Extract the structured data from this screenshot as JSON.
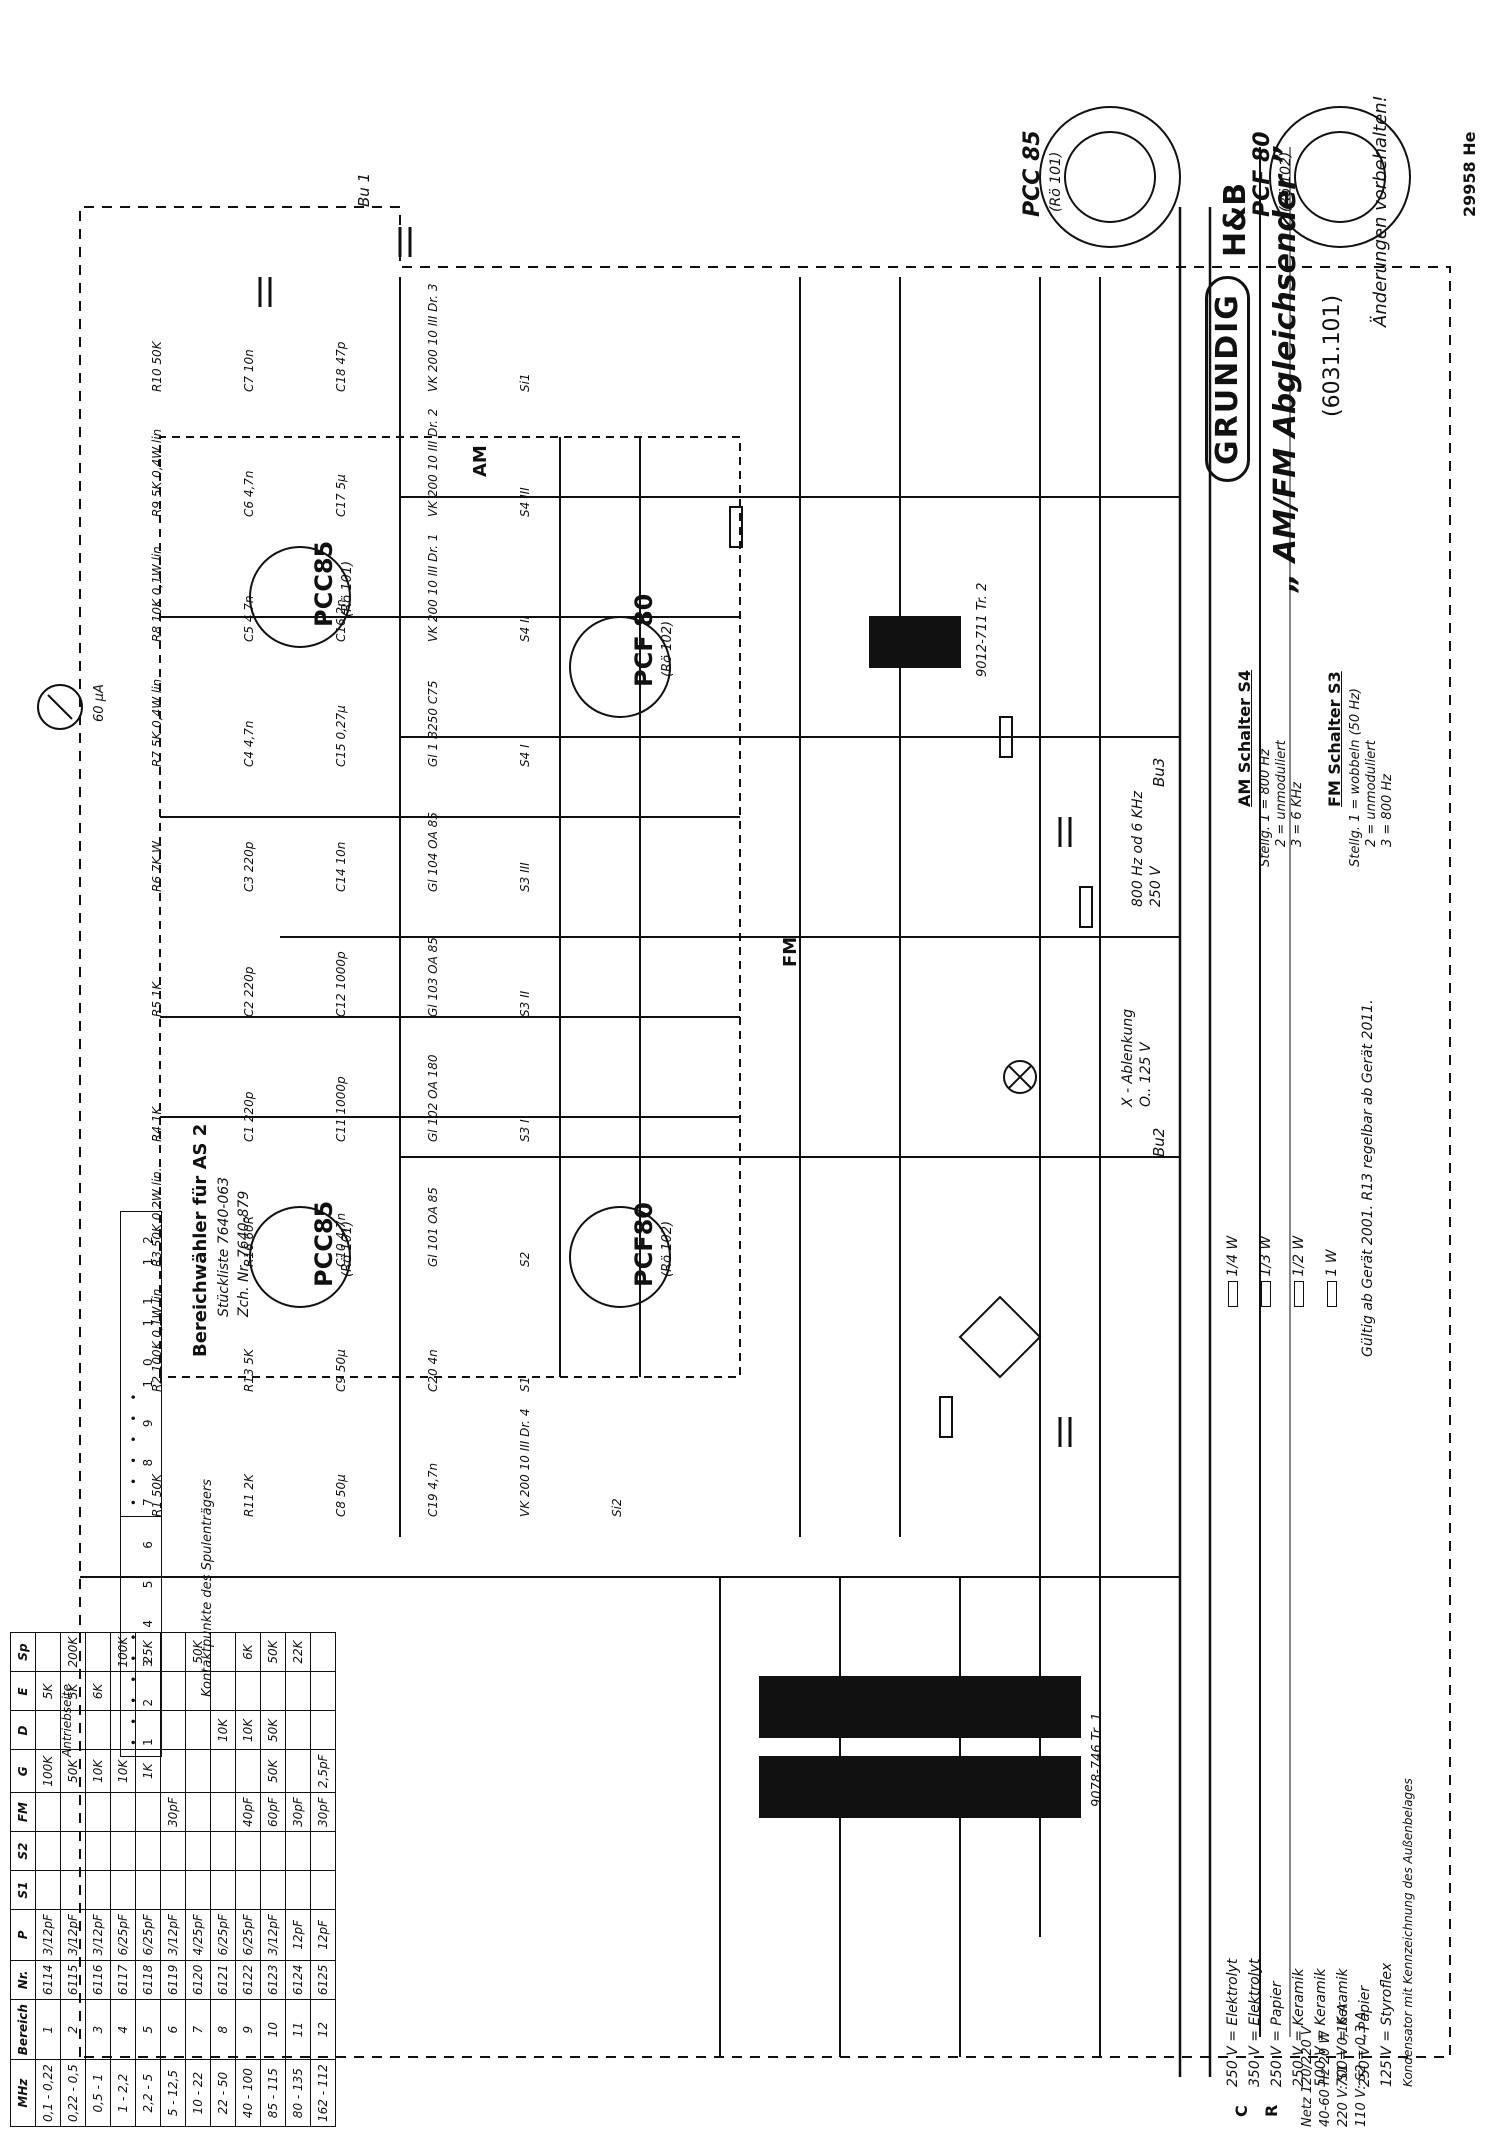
{
  "header": {
    "docnum": "29958 He",
    "reserve_note": "Änderungen vorbehalten!",
    "brand": "GRUNDIG",
    "brand2": "H&B",
    "title": "„ AM/FM Abgleichsender ”",
    "model": "(6031.101)"
  },
  "tubes": {
    "pcc85": {
      "name": "PCC 85",
      "ref": "(Rö 101)"
    },
    "pcf80": {
      "name": "PCF 80",
      "ref": "(Rö 102)"
    },
    "v1_name": "PCC85",
    "v1_ref": "(Rö 101)",
    "v2_name": "PCF 80",
    "v2_ref": "(Rö 102)",
    "v3_name": "PCC85",
    "v3_ref": "(Rö 101)",
    "v4_name": "PCF80",
    "v4_ref": "(Rö 102)"
  },
  "selector": {
    "title": "Bereichwähler für AS 2",
    "list1": "Stückliste 7640-063",
    "list2": "Zch. Nr. 7640-879"
  },
  "labels": {
    "am": "AM",
    "fm": "FM",
    "bu1": "Bu 1",
    "bu2": "Bu2",
    "bu3": "Bu3",
    "meter": "60 μA",
    "tr1": "9078-746 Tr. 1",
    "tr2": "9012-711 Tr. 2",
    "x_deflection": "X - Ablenkung",
    "x_deflection_v": "O.. 125 V",
    "freq_note": "800 Hz od 6 KHz",
    "freq_v": "250 V",
    "mains": "Netz 120/220 V",
    "mains_freq": "40-60 Hz 20 W",
    "fuse1": "220 V: S1 = 0,16 A",
    "fuse2": "110 V: S2 = 0,3 A",
    "validity": "Gültig ab Gerät 2001.  R13 regelbar ab Gerät 2011.",
    "antrieb": "Antriebseite",
    "kontakt": "Kontaktpunkte des Spulenträgers"
  },
  "components": [
    "R1 50K",
    "R2 100K 0,1W lin.",
    "R3 50K 0,2W lin.",
    "R4 1K",
    "R5 1K",
    "R6 7K W",
    "R7 5K 0,4W lin",
    "R8 10K 0,1W lin",
    "R9 5K 0,4W lin",
    "R10 50K",
    "R11 2K",
    "R13 5K",
    "R16 60R",
    "C1 220p",
    "C2 220p",
    "C3 220p",
    "C4 4,7n",
    "C5 4,7n",
    "C6 4,7n",
    "C7 10n",
    "C8 50µ",
    "C9 50µ",
    "C10 4,7n",
    "C11 1000p",
    "C12 1000p",
    "C14 10n",
    "C15 0,27µ",
    "C16 2n",
    "C17 5µ",
    "C18 47p",
    "C19 4,7n",
    "C20 4n",
    "Gl 101 OA 85",
    "Gl 102 OA 180",
    "Gl 103 OA 85",
    "Gl 104 OA 85",
    "Gl 1 B250 C75",
    "VK 200 10 III Dr. 1",
    "VK 200 10 III Dr. 2",
    "VK 200 10 III Dr. 3",
    "VK 200 10 III Dr. 4",
    "S1",
    "S2",
    "S3 I",
    "S3 II",
    "S3 III",
    "S4 I",
    "S4 II",
    "S4 III",
    "Si1",
    "Si2"
  ],
  "am_switch": {
    "title": "AM Schalter S4",
    "rows": [
      "Stellg. 1 = 800 Hz",
      "2 = unmoduliert",
      "3 = 6 KHz"
    ]
  },
  "fm_switch": {
    "title": "FM Schalter S3",
    "rows": [
      "Stellg. 1 = wobbeln (50 Hz)",
      "2 = unmoduliert",
      "3 = 800 Hz"
    ]
  },
  "resistor_legend": [
    "1/4 W",
    "1/3 W",
    "1/2 W",
    "1 W"
  ],
  "cap_legend": [
    "250 V = Elektrolyt",
    "350 V = Elektrolyt",
    "250 V = Papier",
    "250 V = Keramik",
    "500 V = Keramik",
    "700 V = Keramik",
    "250 V~ Papier",
    "125 V = Styroflex",
    "Kondensator mit Kennzeichnung des Außenbelages"
  ],
  "table": {
    "header": [
      "MHz",
      "Bereich",
      "Nr.",
      "P",
      "S1",
      "S2",
      "FM",
      "G",
      "D",
      "E",
      "Sp"
    ],
    "rows": [
      [
        "0,1 - 0,22",
        "1",
        "6114",
        "3/12pF",
        "",
        "",
        "",
        "100K",
        "",
        "5K",
        ""
      ],
      [
        "0,22 - 0,5",
        "2",
        "6115",
        "3/12pF",
        "",
        "",
        "",
        "50K",
        "",
        "5K",
        "200K"
      ],
      [
        "0,5 - 1",
        "3",
        "6116",
        "3/12pF",
        "",
        "",
        "",
        "10K",
        "",
        "6K",
        ""
      ],
      [
        "1 - 2,2",
        "4",
        "6117",
        "6/25pF",
        "",
        "",
        "",
        "10K",
        "",
        "",
        "100K"
      ],
      [
        "2,2 - 5",
        "5",
        "6118",
        "6/25pF",
        "",
        "",
        "",
        "1K",
        "",
        "",
        "25K"
      ],
      [
        "5 - 12,5",
        "6",
        "6119",
        "3/12pF",
        "",
        "",
        "30pF",
        "",
        "",
        "",
        ""
      ],
      [
        "10 - 22",
        "7",
        "6120",
        "4/25pF",
        "",
        "",
        "",
        "",
        "",
        "",
        "50K"
      ],
      [
        "22 - 50",
        "8",
        "6121",
        "6/25pF",
        "",
        "",
        "",
        "",
        "10K",
        "",
        ""
      ],
      [
        "40 - 100",
        "9",
        "6122",
        "6/25pF",
        "",
        "",
        "40pF",
        "",
        "10K",
        "",
        "6K"
      ],
      [
        "85 - 115",
        "10",
        "6123",
        "3/12pF",
        "",
        "",
        "60pF",
        "50K",
        "50K",
        "",
        "50K"
      ],
      [
        "80 - 135",
        "11",
        "6124",
        "12pF",
        "",
        "",
        "30pF",
        "",
        "",
        "",
        "22K"
      ],
      [
        "162 - 112",
        "12",
        "6125",
        "12pF",
        "",
        "",
        "30pF",
        "2,5pF",
        "",
        "",
        ""
      ]
    ]
  },
  "contacts": {
    "left": [
      "1",
      "2",
      "3",
      "4",
      "5",
      "6"
    ],
    "right": [
      "7",
      "8",
      "9",
      "10",
      "11",
      "12"
    ]
  },
  "rail_labels": [
    "C",
    "R"
  ]
}
